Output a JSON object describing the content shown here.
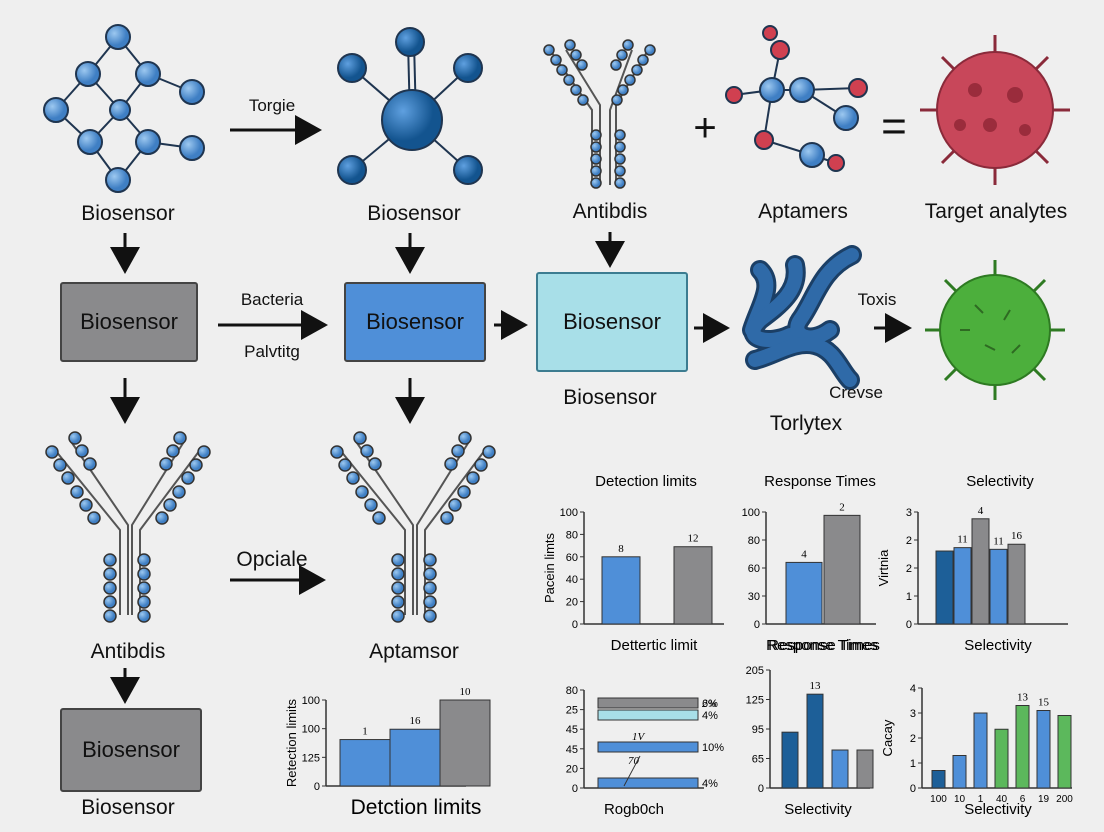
{
  "top": {
    "label1": "Biosensor",
    "arrow_label": "Torgie",
    "label2": "Biosensor",
    "label3": "Antibdis",
    "plus": "+",
    "label4": "Aptamers",
    "equals": "=",
    "label5": "Target analytes"
  },
  "middle": {
    "box1": "Biosensor",
    "arrow_label_a": "Bacteria",
    "arrow_label_b": "Palvtitg",
    "box2": "Biosensor",
    "box3": "Biosensor",
    "box3_caption": "Biosensor",
    "bacteria_label_1": "Toxis",
    "bacteria_label_2": "Crevse",
    "bacteria_caption": "Torlytex"
  },
  "lower": {
    "antibody_caption": "Antibdis",
    "arrow_label": "Opciale",
    "aptamer_caption": "Aptamsor",
    "box": "Biosensor",
    "box_caption": "Biosensor"
  },
  "colors": {
    "blue": "#4f8fd8",
    "dark_blue": "#1d5f98",
    "grey": "#8a8a8c",
    "green": "#5cb85c",
    "cyan": "#a8dfe8",
    "virus_red": "#c8475a",
    "virus_green": "#4caf3c"
  },
  "chart_data": [
    {
      "id": "c1",
      "type": "bar",
      "title": "Detection limits",
      "ylabel": "Pacein limts",
      "xlabel": "Dettertic limit",
      "yticks": [
        "100",
        "80",
        "60",
        "40",
        "20",
        "0"
      ],
      "ylim": [
        0,
        100
      ],
      "bars": [
        {
          "value": 60,
          "label": "8",
          "color": "#4f8fd8"
        },
        {
          "value": 69,
          "label": "12",
          "color": "#8a8a8c"
        }
      ]
    },
    {
      "id": "c2",
      "type": "bar",
      "title": "Response Times",
      "ylabel": "",
      "xlabel": "Response Times",
      "yticks": [
        "100",
        "80",
        "60",
        "30",
        "0"
      ],
      "ylim": [
        0,
        100
      ],
      "bars": [
        {
          "value": 55,
          "label": "4",
          "color": "#4f8fd8"
        },
        {
          "value": 97,
          "label": "2",
          "color": "#8a8a8c"
        }
      ]
    },
    {
      "id": "c3",
      "type": "bar",
      "title": "Selectivity",
      "ylabel": "Virtnia",
      "xlabel": "Selectivity",
      "yticks": [
        "3",
        "2",
        "2",
        "1",
        "0"
      ],
      "ylim": [
        0,
        3.3
      ],
      "bars": [
        {
          "value": 2.15,
          "label": "",
          "color": "#1d5f98"
        },
        {
          "value": 2.25,
          "label": "11",
          "color": "#4f8fd8"
        },
        {
          "value": 3.1,
          "label": "4",
          "color": "#8a8a8c"
        },
        {
          "value": 2.2,
          "label": "11",
          "color": "#4f8fd8"
        },
        {
          "value": 2.35,
          "label": "16",
          "color": "#8a8a8c"
        }
      ]
    },
    {
      "id": "c4",
      "type": "bar",
      "title": "",
      "ylabel": "Retection limits",
      "xlabel": "Detction limits",
      "yticks": [
        "100",
        "100",
        "125",
        "0"
      ],
      "ylim": [
        0,
        100
      ],
      "bars": [
        {
          "value": 54,
          "label": "1",
          "color": "#4f8fd8"
        },
        {
          "value": 66,
          "label": "16",
          "color": "#4f8fd8"
        },
        {
          "value": 100,
          "label": "10",
          "color": "#8a8a8c"
        }
      ]
    },
    {
      "id": "c5",
      "type": "bar",
      "title": "",
      "ylabel": "",
      "xlabel": "Rogb0ch",
      "yticks": [
        "80",
        "25",
        "45",
        "45",
        "20",
        "0"
      ],
      "hbars": [
        {
          "label": "6%",
          "color": "#8a8a8c"
        },
        {
          "label": "4%",
          "color": "#a8dfe8"
        },
        {
          "label": "10%",
          "color": "#4f8fd8"
        },
        {
          "label": "4%",
          "color": "#4f8fd8"
        }
      ],
      "annotations": [
        "1V",
        "70",
        "2%"
      ]
    },
    {
      "id": "c6",
      "type": "bar",
      "title": "Response Times",
      "ylabel": "",
      "xlabel": "Selectivity",
      "yticks": [
        "205",
        "125",
        "95",
        "65",
        "0"
      ],
      "ylim": [
        0,
        205
      ],
      "bars": [
        {
          "value": 97,
          "label": "",
          "color": "#1d5f98"
        },
        {
          "value": 163,
          "label": "13",
          "color": "#1d5f98"
        },
        {
          "value": 66,
          "label": "",
          "color": "#4f8fd8"
        },
        {
          "value": 66,
          "label": "",
          "color": "#8a8a8c"
        }
      ]
    },
    {
      "id": "c7",
      "type": "bar",
      "title": "",
      "ylabel": "Cacay",
      "xlabel": "Selectivity",
      "yticks": [
        "4",
        "3",
        "2",
        "1",
        "0"
      ],
      "ylim": [
        0,
        4
      ],
      "xticks": [
        "100",
        "10",
        "1",
        "40",
        "6",
        "19",
        "200"
      ],
      "bars": [
        {
          "value": 0.7,
          "label": "",
          "color": "#1d5f98"
        },
        {
          "value": 1.3,
          "label": "",
          "color": "#4f8fd8"
        },
        {
          "value": 3.0,
          "label": "",
          "color": "#4f8fd8"
        },
        {
          "value": 2.35,
          "label": "",
          "color": "#5cb85c"
        },
        {
          "value": 3.3,
          "label": "13",
          "color": "#5cb85c"
        },
        {
          "value": 3.1,
          "label": "15",
          "color": "#4f8fd8"
        },
        {
          "value": 2.9,
          "label": "",
          "color": "#5cb85c"
        }
      ]
    }
  ]
}
